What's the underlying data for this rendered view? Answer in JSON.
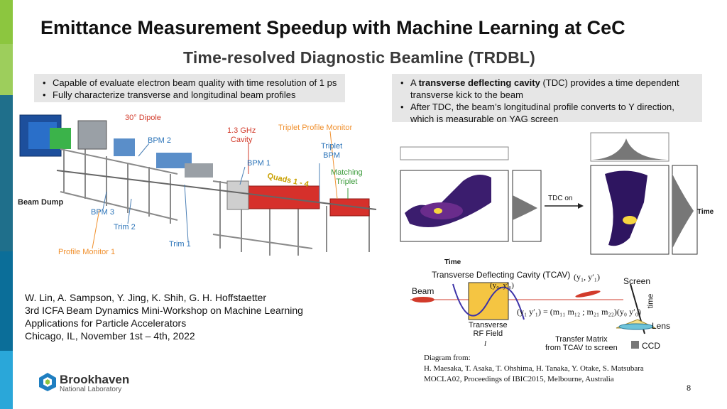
{
  "slide": {
    "title": "Emittance Measurement Speedup with Machine Learning at CeC",
    "subtitle": "Time-resolved Diagnostic Beamline (TRDBL)",
    "left_bullets": [
      "Capable of evaluate electron beam quality with time resolution of 1 ps",
      "Fully characterize transverse and longitudinal beam profiles"
    ],
    "right_bullets": {
      "b1_pre": "A ",
      "b1_bold": "transverse deflecting cavity",
      "b1_post": " (TDC) provides a time dependent transverse kick to the beam",
      "b2": "After TDC, the beam’s longitudinal profile converts to Y direction, which is measurable on YAG screen"
    },
    "page_number": "8"
  },
  "beamline": {
    "labels": {
      "dipole": "30° Dipole",
      "bpm2": "BPM 2",
      "cavity": "1.3 GHz\nCavity",
      "triplet_monitor": "Triplet Profile Monitor",
      "triplet_bpm": "Triplet\nBPM",
      "bpm1": "BPM 1",
      "quads": "Quads 1 - 4",
      "matching": "Matching\nTriplet",
      "beam_dump": "Beam Dump",
      "bpm3": "BPM 3",
      "trim2": "Trim 2",
      "trim1": "Trim 1",
      "profile_monitor": "Profile Monitor 1"
    }
  },
  "plots": {
    "tdc_on": "TDC on",
    "time_left": "Time",
    "time_right": "Time"
  },
  "tcav": {
    "title": "Transverse Deflecting Cavity (TCAV)",
    "beam": "Beam",
    "screen": "Screen",
    "time": "time",
    "lens": "Lens",
    "ccd": "CCD",
    "rf_field": "Transverse\nRF Field",
    "matrix_label": "Transfer Matrix\nfrom TCAV to screen",
    "y1": "(y₁, y′₁)",
    "y0": "(y₀, y′₀)",
    "l": "l"
  },
  "credits": [
    "W. Lin, A. Sampson, Y. Jing, K. Shih, G. H. Hoffstaetter",
    "3rd ICFA Beam Dynamics Mini-Workshop on Machine Learning",
    "Applications for Particle Accelerators",
    "Chicago, IL, November 1st – 4th, 2022"
  ],
  "reference": [
    "Diagram from:",
    "H. Maesaka, T. Asaka, T. Ohshima, H. Tanaka, Y. Otake, S. Matsubara",
    "MOCLA02, Proceedings of IBIC2015, Melbourne, Australia"
  ],
  "logo": {
    "name": "Brookhaven",
    "sub": "National Laboratory",
    "icon": "brookhaven-hexagon-logo"
  },
  "colors": {
    "accent_green": "#8cc63f",
    "accent_blue": "#1f6f8b",
    "label_blue": "#2a73b8",
    "label_red": "#d23b2b",
    "label_orange": "#f0902e"
  }
}
